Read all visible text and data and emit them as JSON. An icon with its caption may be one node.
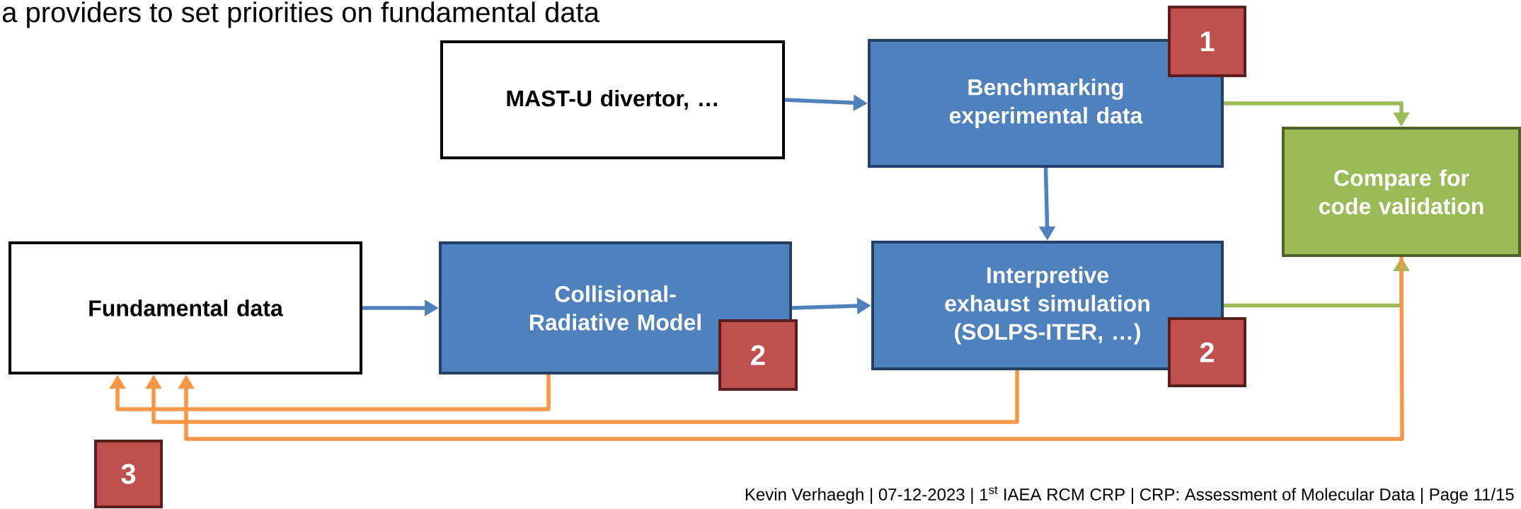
{
  "diagram": {
    "nodes": [
      {
        "text": [
          "1"
        ]
      },
      {
        "text": [
          "MAST-U divertor, …"
        ]
      },
      {
        "text": [
          "Benchmarking experimental data"
        ]
      },
      {
        "text": [
          "Compare for code validation"
        ]
      },
      {
        "text": [
          "Fundamental data"
        ]
      },
      {
        "text": [
          "Collisional-Radiative Model"
        ]
      },
      {
        "text": [
          "Interpretive exhaust simulation (SOLPS-ITER, …)"
        ]
      },
      {
        "text": [
          "2"
        ]
      },
      {
        "text": [
          "2"
        ]
      },
      {
        "text": [
          "3"
        ]
      }
    ],
    "edges": [
      {
        "from": 1,
        "to": 2,
        "arrow": "to"
      },
      {
        "from": 2,
        "to": 6,
        "arrow": "to"
      },
      {
        "from": 4,
        "to": 5,
        "arrow": "to"
      },
      {
        "from": 5,
        "to": 6,
        "arrow": "to"
      },
      {
        "from": 2,
        "to": 3,
        "arrow": "to",
        "color": "#9bbb59"
      },
      {
        "from": 6,
        "to": 3,
        "arrow": "to",
        "color": "#9bbb59"
      },
      {
        "from": 5,
        "to": 4,
        "arrow": "to",
        "color": "#f79646"
      },
      {
        "from": 6,
        "to": 4,
        "arrow": "to",
        "color": "#f79646"
      },
      {
        "from": 3,
        "to": 4,
        "arrow": "to",
        "color": "#f79646"
      }
    ],
    "labels": [
      "a providers to set priorities on fundamental data",
      "Kevin Verhaegh | 07-12-2023 | 1$^{st}$ IAEA RCM CRP  | CRP: Assessment of Molecular Data | Page 11/15"
    ]
  }
}
